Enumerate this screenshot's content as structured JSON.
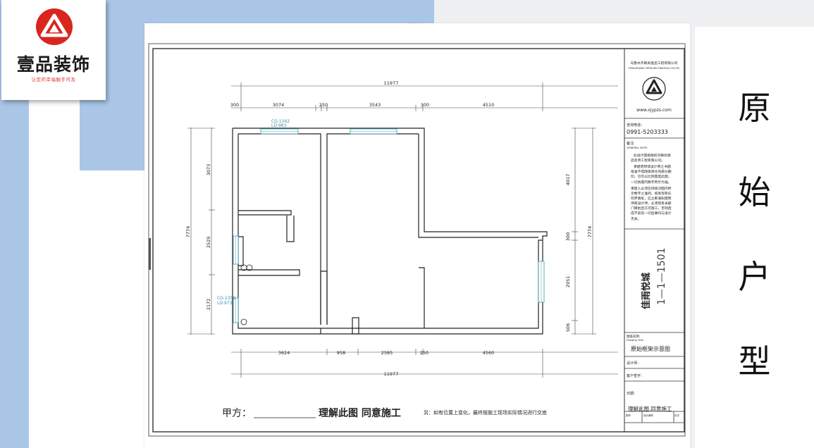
{
  "logo": {
    "name": "壹品装饰",
    "slogan": "让您的幸福触手可及",
    "icon": "triangle-logo-icon"
  },
  "page_title": [
    "原",
    "始",
    "户",
    "型"
  ],
  "drawing": {
    "dims_top": [
      "300",
      "3074",
      "250",
      "3543",
      "300",
      "4510"
    ],
    "total_top": "11977",
    "dims_bottom": [
      "3624",
      "958",
      "2585",
      "250",
      "4560"
    ],
    "total_bottom": "11977",
    "dims_left": [
      "3073",
      "2529",
      "2172"
    ],
    "total_left": "7774",
    "dims_right": [
      "4017",
      "300",
      "2951",
      "506"
    ],
    "total_right": "7774",
    "window_top": [
      "CG:1342",
      "LD:983"
    ],
    "window_left": [
      "CG:1358",
      "LD:973"
    ]
  },
  "title_block": {
    "company_cn": "乌鲁木齐枫尚壹品工程有限公司",
    "company_en": "FENGSHANG YIPIN DECORATION CO.LTD",
    "website": "www.xjypzs.com",
    "phone_label": "咨询电话：",
    "phone": "0991-5203333",
    "note_label": "备注:",
    "note_label_en": "GENERAL NOTE",
    "notes": [
      "此设计图纸版权归枫尚壹",
      "品装饰工程有限公司。",
      "承建筑师或设计师之书面",
      "批准不得随意将任何部分翻",
      "印。切勿以比例量度此图，",
      "一切依图内数字所示为准。",
      "承建人必须在场核对图内所",
      "示数字之准则，如发现有任",
      "何矛盾处，应立即通知建筑",
      "师或设计师，必须经有关部",
      "门审批后方可施工，否则造",
      "成不良及一切后果均与设计",
      "无关。"
    ],
    "project_name": "佳雨悦城",
    "unit_no": "1—1—1501",
    "drawing_name_label": "图纸名称:",
    "drawing_name_label_en": "Drawing Title",
    "drawing_name": "原始框架示意图",
    "designer_label": "设计师：",
    "client_sign_label": "客户签字：",
    "date_label": "日期：",
    "approve_text": "理解此图,同意施工",
    "footer_cells": [
      "图号",
      "设计编号",
      "页次"
    ]
  },
  "sign_line": {
    "party_a": "甲方：",
    "blank": "___________",
    "agree": "理解此图 同意施工",
    "note": "另：如有位置上变化，最终按施工现场实际情况进行交底"
  }
}
